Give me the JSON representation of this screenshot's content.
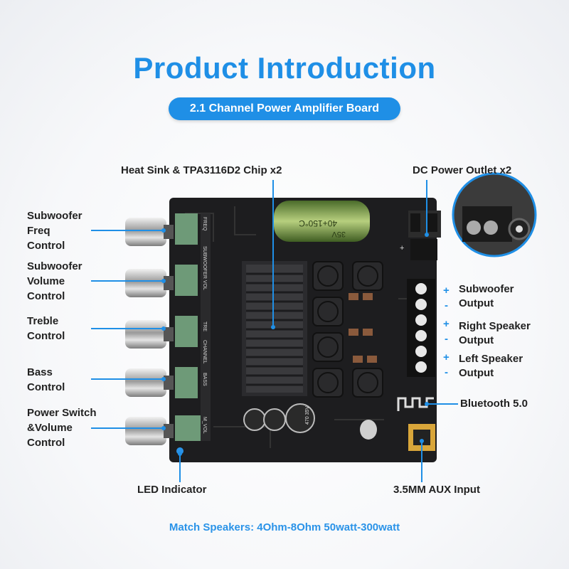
{
  "header": {
    "title": "Product Introduction",
    "subtitle": "2.1 Channel Power Amplifier Board"
  },
  "labels": {
    "heat_sink": "Heat Sink & TPA3116D2 Chip x2",
    "dc_power": "DC Power Outlet x2",
    "sub_freq": "Subwoofer\nFreq\nControl",
    "sub_vol": "Subwoofer\nVolume\nControl",
    "treble": "Treble\nControl",
    "bass": "Bass\nControl",
    "power_switch": "Power Switch\n&Volume\nControl",
    "led": "LED Indicator",
    "sub_out_1": "Subwoofer",
    "sub_out_2": "Output",
    "right_out_1": "Right Speaker",
    "right_out_2": "Output",
    "left_out_1": "Left Speaker",
    "left_out_2": "Output",
    "bluetooth": "Bluetooth 5.0",
    "aux": "3.5MM AUX Input"
  },
  "terminal_signs": [
    "+",
    "-",
    "+",
    "-",
    "+",
    "-"
  ],
  "board_text": {
    "pot1": "FREQ",
    "pot2": "SUBWOOFER VOL",
    "pot3": "TRE",
    "pot4": "BASS",
    "pot5": "M_VOL",
    "channel": "CHANNEL",
    "cap_big": "40+150°C",
    "cap_big2": "35V",
    "cap_small": "470 35V",
    "dc_plus": "+"
  },
  "footer": "Match Speakers: 4Ohm-8Ohm  50watt-300watt",
  "colors": {
    "accent": "#1f8fe6",
    "board": "#1d1d1f",
    "text": "#222222"
  }
}
